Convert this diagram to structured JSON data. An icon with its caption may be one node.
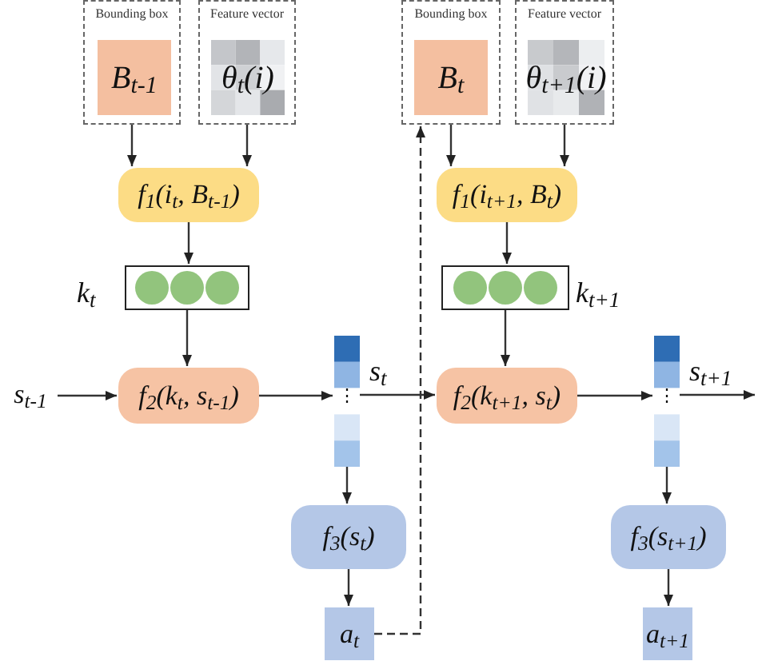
{
  "diagram": {
    "nodes": [
      {
        "text": [
          "Bounding box"
        ]
      },
      {
        "text": [
          "B$_{t-1}$"
        ],
        "in": 0
      },
      {
        "text": [
          "Feature vector"
        ]
      },
      {
        "text": [
          "θ$_{t}$(i)"
        ],
        "in": 2
      },
      {
        "text": [
          "f$_{1}$(i$_{t}$, B$_{t-1}$)"
        ]
      },
      {
        "text": [],
        "shape": "box",
        "beside": [
          "k$_{t}$"
        ]
      },
      {
        "text": [
          "f$_{2}$(k$_{t}$, s$_{t-1}$)"
        ]
      },
      {
        "text": [
          "s$_{t-1}$"
        ]
      },
      {
        "text": [
          "⋮"
        ],
        "beside": [
          "s$_{t}$"
        ]
      },
      {
        "text": [
          "f$_{3}$(s$_{t}$)"
        ]
      },
      {
        "text": [
          "a$_{t}$"
        ]
      },
      {
        "text": [
          "Bounding box"
        ]
      },
      {
        "text": [
          "B$_{t}$"
        ],
        "in": 11
      },
      {
        "text": [
          "Feature vector"
        ]
      },
      {
        "text": [
          "θ$_{t+1}$(i)"
        ],
        "in": 13
      },
      {
        "text": [
          "f$_{1}$(i$_{t+1}$, B$_{t}$)"
        ]
      },
      {
        "text": [],
        "shape": "box",
        "beside": [
          "k$_{t+1}$"
        ]
      },
      {
        "text": [
          "f$_{2}$(k$_{t+1}$, s$_{t}$)"
        ]
      },
      {
        "text": [
          "⋮"
        ],
        "beside": [
          "s$_{t+1}$"
        ]
      },
      {
        "text": [
          "f$_{3}$(s$_{t+1}$)"
        ]
      },
      {
        "text": [
          "a$_{t+1}$"
        ]
      }
    ],
    "edges": [
      {
        "from": 0,
        "to": 4,
        "arrow": "to"
      },
      {
        "from": 2,
        "to": 4,
        "arrow": "to"
      },
      {
        "from": 4,
        "to": 5,
        "arrow": "to"
      },
      {
        "from": 5,
        "to": 6,
        "arrow": "to"
      },
      {
        "from": 7,
        "to": 6,
        "arrow": "to"
      },
      {
        "from": 6,
        "to": 8,
        "arrow": "to"
      },
      {
        "from": 8,
        "to": 9,
        "arrow": "to"
      },
      {
        "from": 9,
        "to": 10,
        "arrow": "to"
      },
      {
        "from": 10,
        "to": 11,
        "arrow": "to",
        "style": "dashed"
      },
      {
        "from": 8,
        "to": 17,
        "arrow": "to"
      },
      {
        "from": 11,
        "to": 15,
        "arrow": "to"
      },
      {
        "from": 13,
        "to": 15,
        "arrow": "to"
      },
      {
        "from": 15,
        "to": 16,
        "arrow": "to"
      },
      {
        "from": 16,
        "to": 17,
        "arrow": "to"
      },
      {
        "from": 17,
        "to": 18,
        "arrow": "to"
      },
      {
        "from": 18,
        "to": 19,
        "arrow": "to"
      },
      {
        "from": 19,
        "to": 20,
        "arrow": "to"
      },
      {
        "from": 18,
        "to": null,
        "arrow": "to"
      }
    ]
  }
}
